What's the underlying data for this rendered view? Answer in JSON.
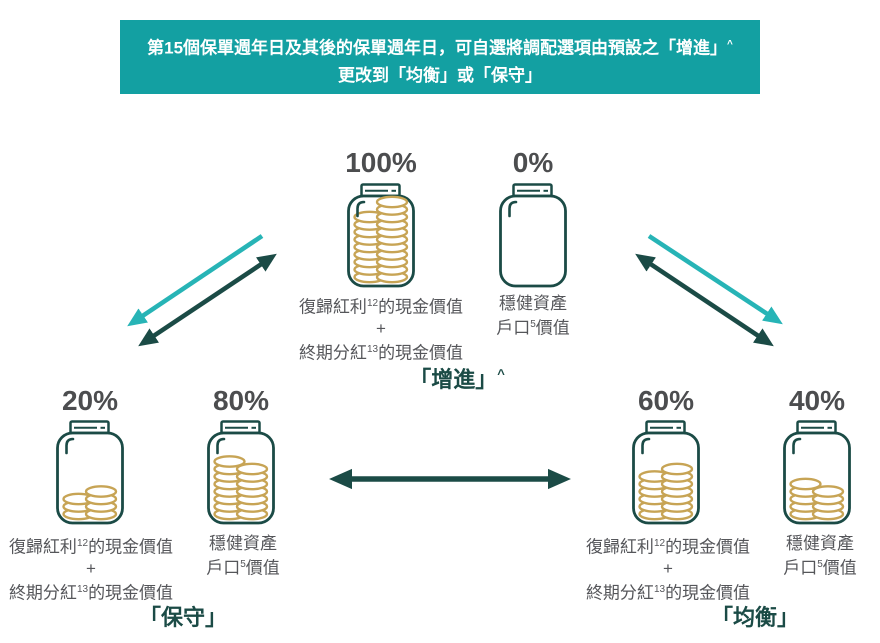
{
  "colors": {
    "teal_bg": "#13a0a2",
    "teal_light": "#27b4b6",
    "dark_teal": "#1b4b46",
    "gold": "#c7a455",
    "text_gray": "#55565a",
    "pct_gray": "#4c4d4f",
    "header_text": "#ffffff"
  },
  "header": {
    "line1_main": "第15個保單週年日及其後的保單週年日，可自選將調配選項由預設之「增進」",
    "line1_sup": "^",
    "line2": "更改到「均衡」或「保守」"
  },
  "labels": {
    "dividend": {
      "l1a": "復歸紅利",
      "l1sup": "12",
      "l1b": "的現金價值",
      "plus": "+",
      "l2a": "終期分紅",
      "l2sup": "13",
      "l2b": "的現金價值"
    },
    "stable": {
      "line1": "穩健資產",
      "l2a": "戶口",
      "l2sup": "5",
      "l2b": "價值"
    }
  },
  "groups": {
    "enhance": {
      "name": "「增進」",
      "name_sup": "^",
      "dividend_pct": "100%",
      "stable_pct": "0%"
    },
    "conservative": {
      "name": "「保守」",
      "dividend_pct": "20%",
      "stable_pct": "80%"
    },
    "balanced": {
      "name": "「均衡」",
      "dividend_pct": "60%",
      "stable_pct": "40%"
    }
  },
  "jars": {
    "enhance_dividend": {
      "stacks": [
        9,
        11
      ]
    },
    "enhance_stable": {
      "stacks": [
        0,
        0
      ]
    },
    "conservative_dividend": {
      "stacks": [
        3,
        4
      ]
    },
    "conservative_stable": {
      "stacks": [
        8,
        7
      ]
    },
    "balanced_dividend": {
      "stacks": [
        6,
        7
      ]
    },
    "balanced_stable": {
      "stacks": [
        5,
        4
      ]
    }
  }
}
